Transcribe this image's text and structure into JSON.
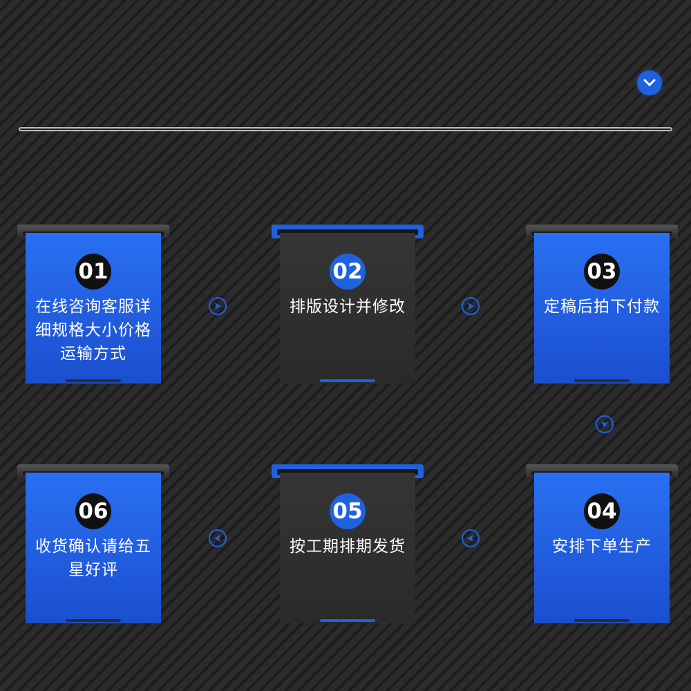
{
  "colors": {
    "accent": "#1f62e0",
    "card_blue": "#2a70f2",
    "card_dark": "#333333"
  },
  "toggle": {
    "icon": "chevron-down-icon"
  },
  "steps": [
    {
      "num": "01",
      "text": "在线咨询客服详细规格大小价格运输方式"
    },
    {
      "num": "02",
      "text": "排版设计并修改"
    },
    {
      "num": "03",
      "text": "定稿后拍下付款"
    },
    {
      "num": "04",
      "text": "安排下单生产"
    },
    {
      "num": "05",
      "text": "按工期排期发货"
    },
    {
      "num": "06",
      "text": "收货确认请给五星好评"
    }
  ],
  "connectors": [
    {
      "icon": "arrow-right-icon"
    },
    {
      "icon": "arrow-right-icon"
    },
    {
      "icon": "arrow-down-icon"
    },
    {
      "icon": "arrow-left-icon"
    },
    {
      "icon": "arrow-left-icon"
    }
  ]
}
